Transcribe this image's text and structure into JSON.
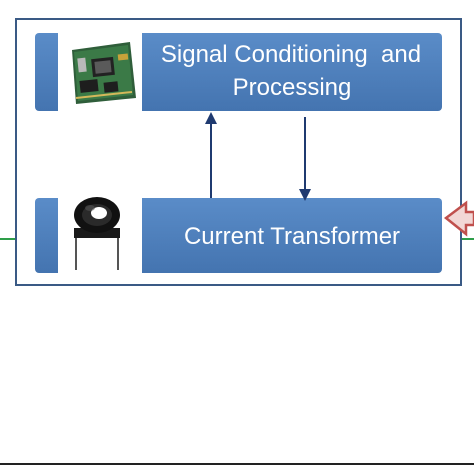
{
  "diagram": {
    "processing_box": {
      "label_line1": "Signal Conditioning  and",
      "label_line2": "Processing",
      "image": "circuit-board-photo"
    },
    "sensor_box": {
      "label": "Current Transformer",
      "image": "toroidal-current-transformer-photo"
    },
    "connectors": {
      "upward_arrow": "current-transformer-to-processing",
      "downward_arrow": "processing-to-current-transformer",
      "input_arrow": "external-input-pointing-left"
    },
    "colors": {
      "box_fill": "#4F81BD",
      "box_fill_dark": "#3F6DA6",
      "frame_border": "#3A5A85",
      "arrow": "#1F3A70",
      "input_arrow_fill": "#F2D7D5",
      "input_arrow_stroke": "#C0504D",
      "wire": "#2E9E4A",
      "bottom_rule": "#222222"
    }
  }
}
